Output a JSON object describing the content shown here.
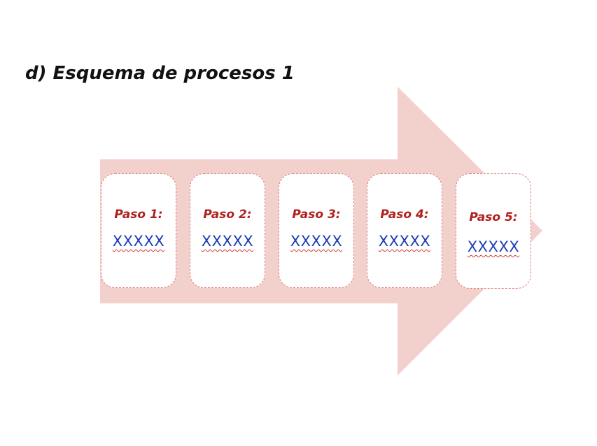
{
  "title": "d) Esquema de procesos 1",
  "colors": {
    "arrow_fill": "#f2d0cc",
    "box_border": "#e07a7a",
    "label_color": "#b0201c",
    "value_color": "#1a3db5"
  },
  "steps": [
    {
      "label": "Paso 1:",
      "value": "XXXXX"
    },
    {
      "label": "Paso 2:",
      "value": "XXXXX"
    },
    {
      "label": "Paso 3:",
      "value": "XXXXX"
    },
    {
      "label": "Paso 4:",
      "value": "XXXXX"
    },
    {
      "label": "Paso 5:",
      "value": "XXXXX"
    }
  ]
}
